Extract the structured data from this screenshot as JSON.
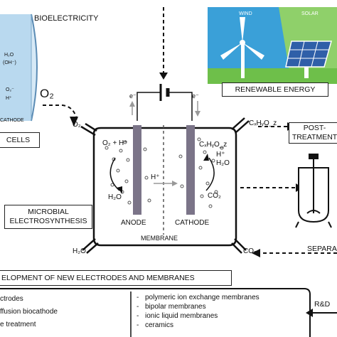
{
  "bioelectricity": "BIOELECTRICITY",
  "renewable_energy": {
    "label": "RENEWABLE ENERGY",
    "wind": "WIND",
    "solar": "SOLAR"
  },
  "left_cell": {
    "h2o": "H₂O",
    "oh": "(OH⁻)",
    "o2": "O₂⁻",
    "h": "H⁺",
    "cathode": "CATHODE"
  },
  "cells_label": "CELLS",
  "o2_big": "O₂",
  "reactor": {
    "o2_in": "O₂",
    "product_out": "CₓHᵧO_z",
    "h2o_in": "H₂O",
    "co2_in": "CO₂",
    "e_left": "e⁻",
    "e_right": "e⁻",
    "anode_reaction": "O₂ + H⁺",
    "anode_water": "H₂O",
    "h_plus": "H⁺",
    "cathode_product": "CₓHᵧO_z",
    "cathode_h": "H⁺",
    "cathode_water": "H₂O",
    "cathode_co2": "CO₂",
    "anode_label": "ANODE",
    "cathode_label": "CATHODE",
    "membrane_label": "MEMBRANE"
  },
  "microbial_label": "MICROBIAL ELECTROSYNTHESIS",
  "post_treatment": "POST-TREATMENT",
  "separation": "SEPARA",
  "development_label": "ELOPMENT OF NEW ELECTRODES AND MEMBRANES",
  "electrode_items": [
    "ctrodes",
    "ffusion biocathode",
    "e treatment"
  ],
  "membrane_items": [
    "polymeric ion exchange membranes",
    "bipolar membranes",
    "ionic liquid membranes",
    "ceramics"
  ],
  "rnd": "R&D",
  "colors": {
    "electrode": "#7b7488",
    "sky": "#3aa0d8",
    "grass": "#6ebf4a",
    "cell_blue": "#b9d9ef",
    "panel": "#2f5fa8"
  }
}
